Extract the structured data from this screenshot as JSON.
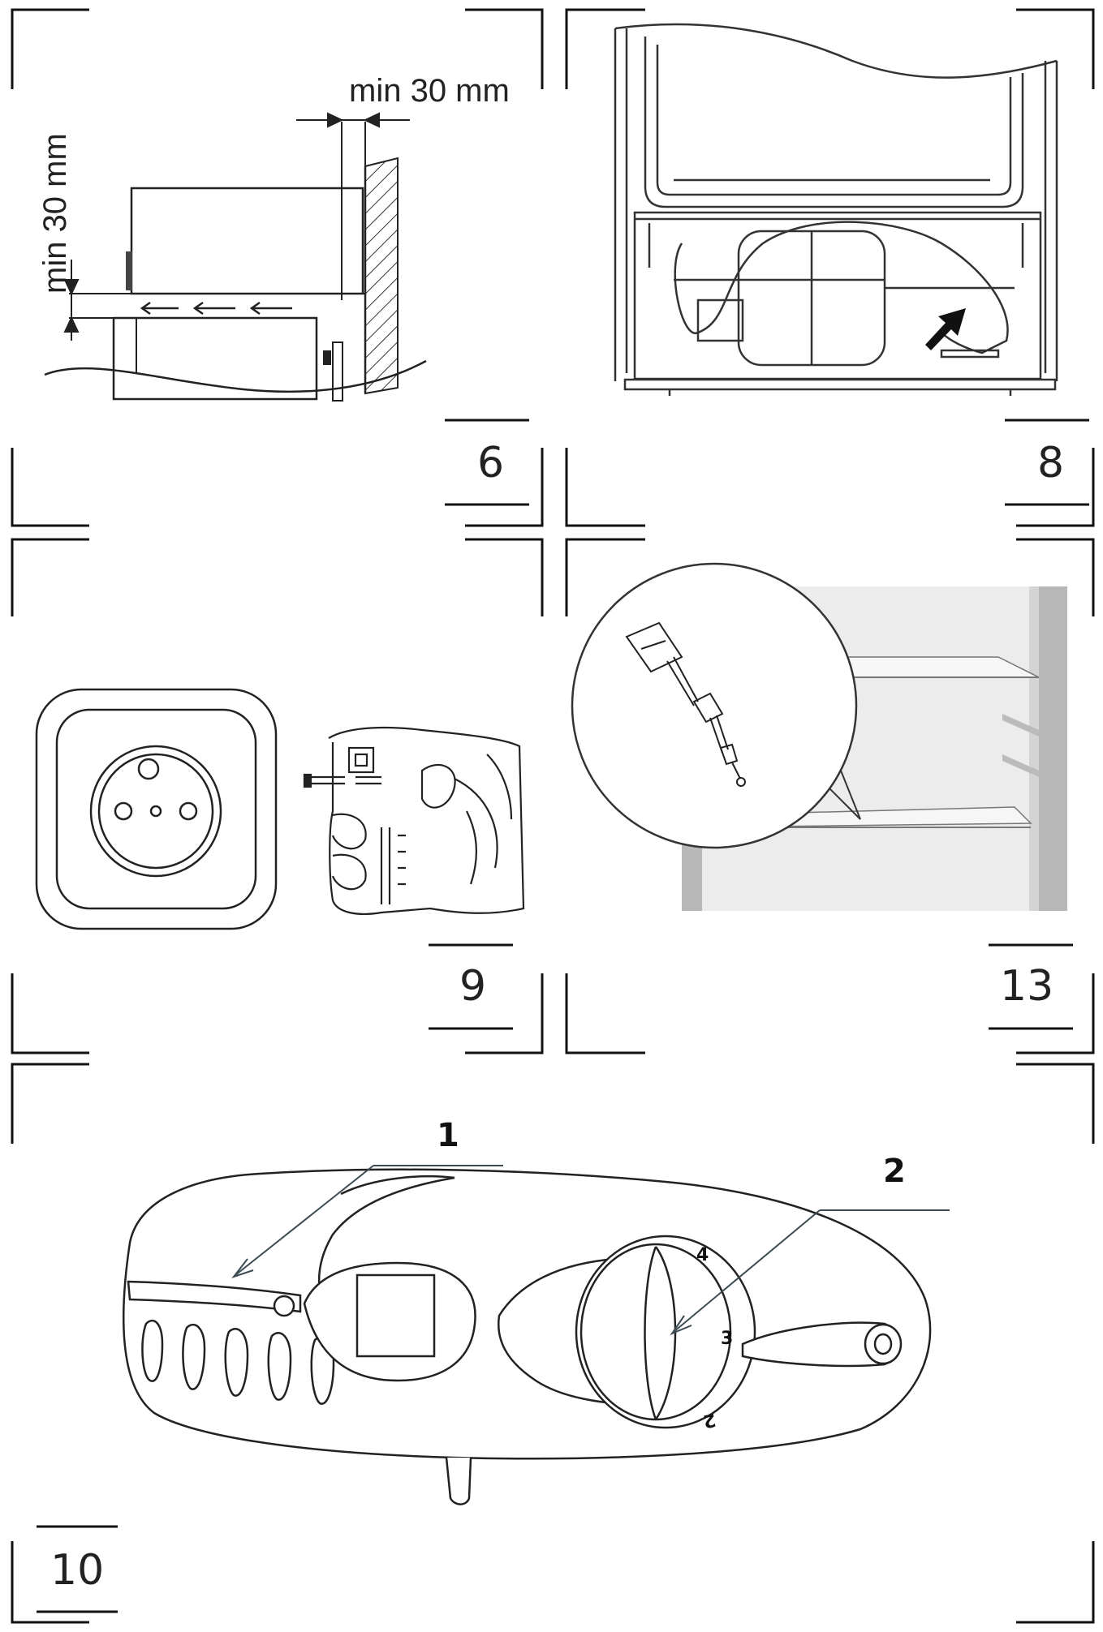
{
  "figures": [
    {
      "id": "fig-6",
      "number": "6",
      "labels": {
        "clearance_horizontal": "min 30 mm",
        "clearance_vertical": "min 30 mm"
      }
    },
    {
      "id": "fig-8",
      "number": "8"
    },
    {
      "id": "fig-9",
      "number": "9"
    },
    {
      "id": "fig-13",
      "number": "13"
    },
    {
      "id": "fig-10",
      "number": "10",
      "callouts": [
        "1",
        "2"
      ],
      "dial_marks": [
        "2",
        "3",
        "4"
      ]
    }
  ]
}
